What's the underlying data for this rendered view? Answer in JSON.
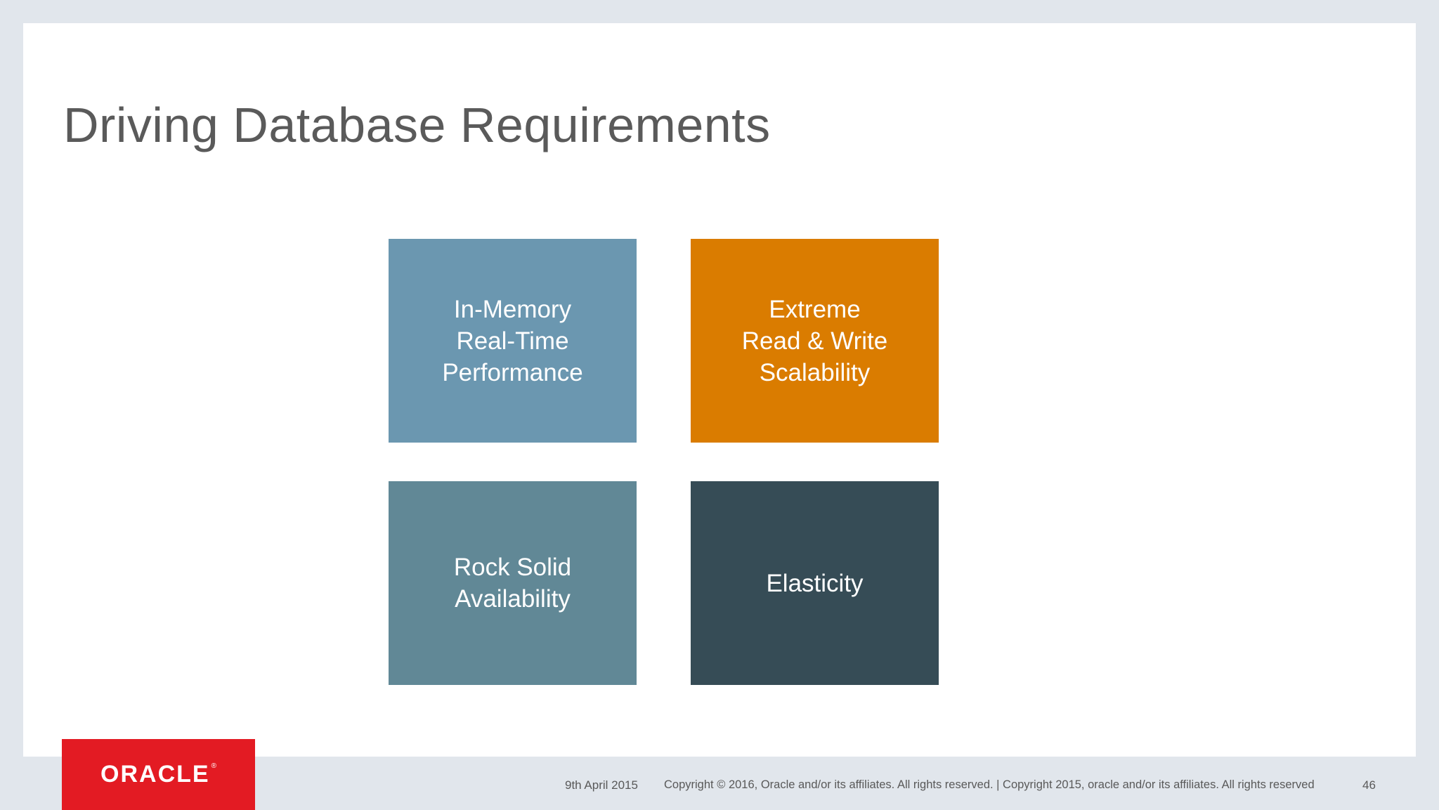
{
  "slide": {
    "title": "Driving Database Requirements"
  },
  "tiles": [
    {
      "text": "In-Memory\nReal-Time\nPerformance",
      "color": "#6b97b0"
    },
    {
      "text": "Extreme\nRead & Write\nScalability",
      "color": "#da7c00"
    },
    {
      "text": "Rock Solid\nAvailability",
      "color": "#618896"
    },
    {
      "text": "Elasticity",
      "color": "#364c56"
    }
  ],
  "footer": {
    "logo_text": "ORACLE",
    "logo_mark": "®",
    "date": "9th April 2015",
    "copyright": "Copyright © 2016, Oracle and/or its affiliates. All rights reserved.  |  Copyright 2015, oracle and/or its affiliates. All rights reserved",
    "page_number": "46"
  },
  "colors": {
    "background": "#e1e6ec",
    "slide": "#ffffff",
    "brand_red": "#e31b23"
  }
}
